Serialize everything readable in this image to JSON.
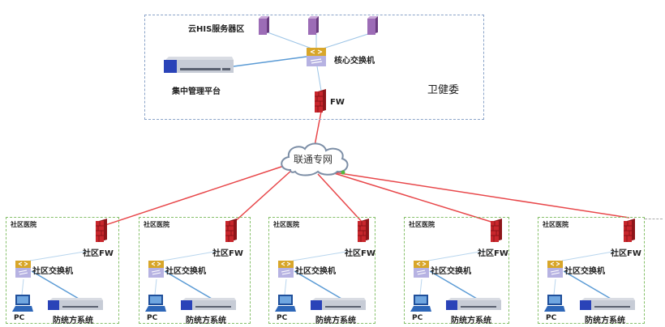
{
  "headquarters": {
    "region_label": "卫健委",
    "server_zone_label": "云HIS服务器区",
    "core_switch_label": "核心交换机",
    "management_label": "集中管理平台",
    "firewall_label": "FW"
  },
  "network": {
    "cloud_label": "联通专网"
  },
  "community_sites": [
    {
      "site_label": "社区医院",
      "firewall_label": "社区FW",
      "switch_label": "社区交换机",
      "pc_label": "PC",
      "system_label": "防统方系统"
    },
    {
      "site_label": "社区医院",
      "firewall_label": "社区FW",
      "switch_label": "社区交换机",
      "pc_label": "PC",
      "system_label": "防统方系统"
    },
    {
      "site_label": "社区医院",
      "firewall_label": "社区FW",
      "switch_label": "社区交换机",
      "pc_label": "PC",
      "system_label": "防统方系统"
    },
    {
      "site_label": "社区医院",
      "firewall_label": "社区FW",
      "switch_label": "社区交换机",
      "pc_label": "PC",
      "system_label": "防统方系统"
    },
    {
      "site_label": "社区医院",
      "firewall_label": "社区FW",
      "switch_label": "社区交换机",
      "pc_label": "PC",
      "system_label": "防统方系统"
    }
  ],
  "colors": {
    "wan_link": "#e8474a",
    "lan_link": "#8fb9e0",
    "hq_border": "#8aa3c8",
    "site_border": "#86c06a",
    "server": "#8a5a9e",
    "firewall": "#c0262c"
  }
}
